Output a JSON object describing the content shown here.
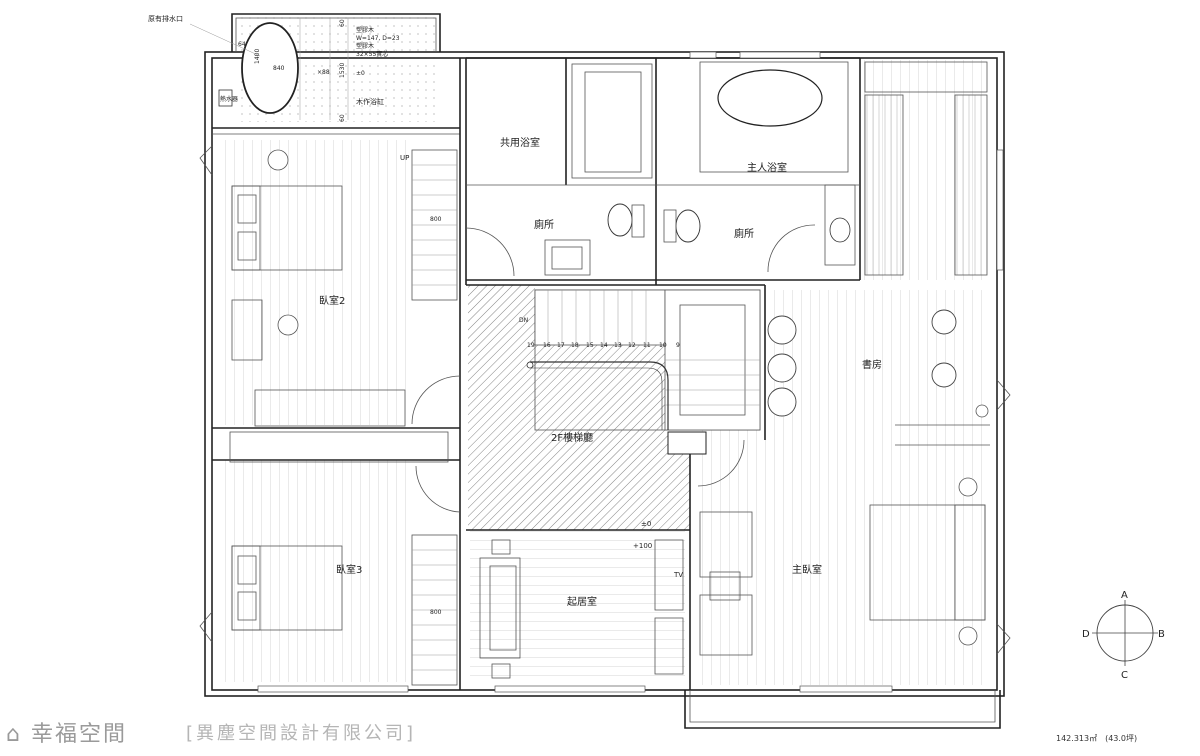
{
  "rooms": {
    "outlet": "原有排水口",
    "tub_note1": "塑膠木",
    "tub_note2": "W=147, D=23",
    "tub_note3": "塑膠木",
    "tub_note4": "32×55實芯",
    "tub_level": "±0",
    "wood_tub": "木作浴缸",
    "heater": "熱水器",
    "shared_bath": "共用浴室",
    "master_bath": "主人浴室",
    "toilet1": "廁所",
    "toilet2": "廁所",
    "bedroom2": "臥室2",
    "bedroom3": "臥室3",
    "stair_hall": "2F樓梯廳",
    "study": "書房",
    "living": "起居室",
    "master_bed": "主臥室",
    "tv": "TV",
    "up": "UP",
    "dn": "DN",
    "level_zero": "±0",
    "level_100": "+100"
  },
  "dims": {
    "d64": "64",
    "d60a": "60",
    "d60b": "60",
    "d1400": "1400",
    "d840": "840",
    "d88": "×88",
    "d1530": "1530",
    "d800a": "800",
    "d800b": "800"
  },
  "stair_numbers": [
    "19",
    "16",
    "17",
    "18",
    "15",
    "14",
    "13",
    "12",
    "11",
    "10",
    "9"
  ],
  "compass": {
    "a": "A",
    "b": "B",
    "c": "C",
    "d": "D"
  },
  "footer": {
    "logo": "幸福空間",
    "company": "[異塵空間設計有限公司]",
    "area": "142.313㎡　(43.0坪)"
  }
}
